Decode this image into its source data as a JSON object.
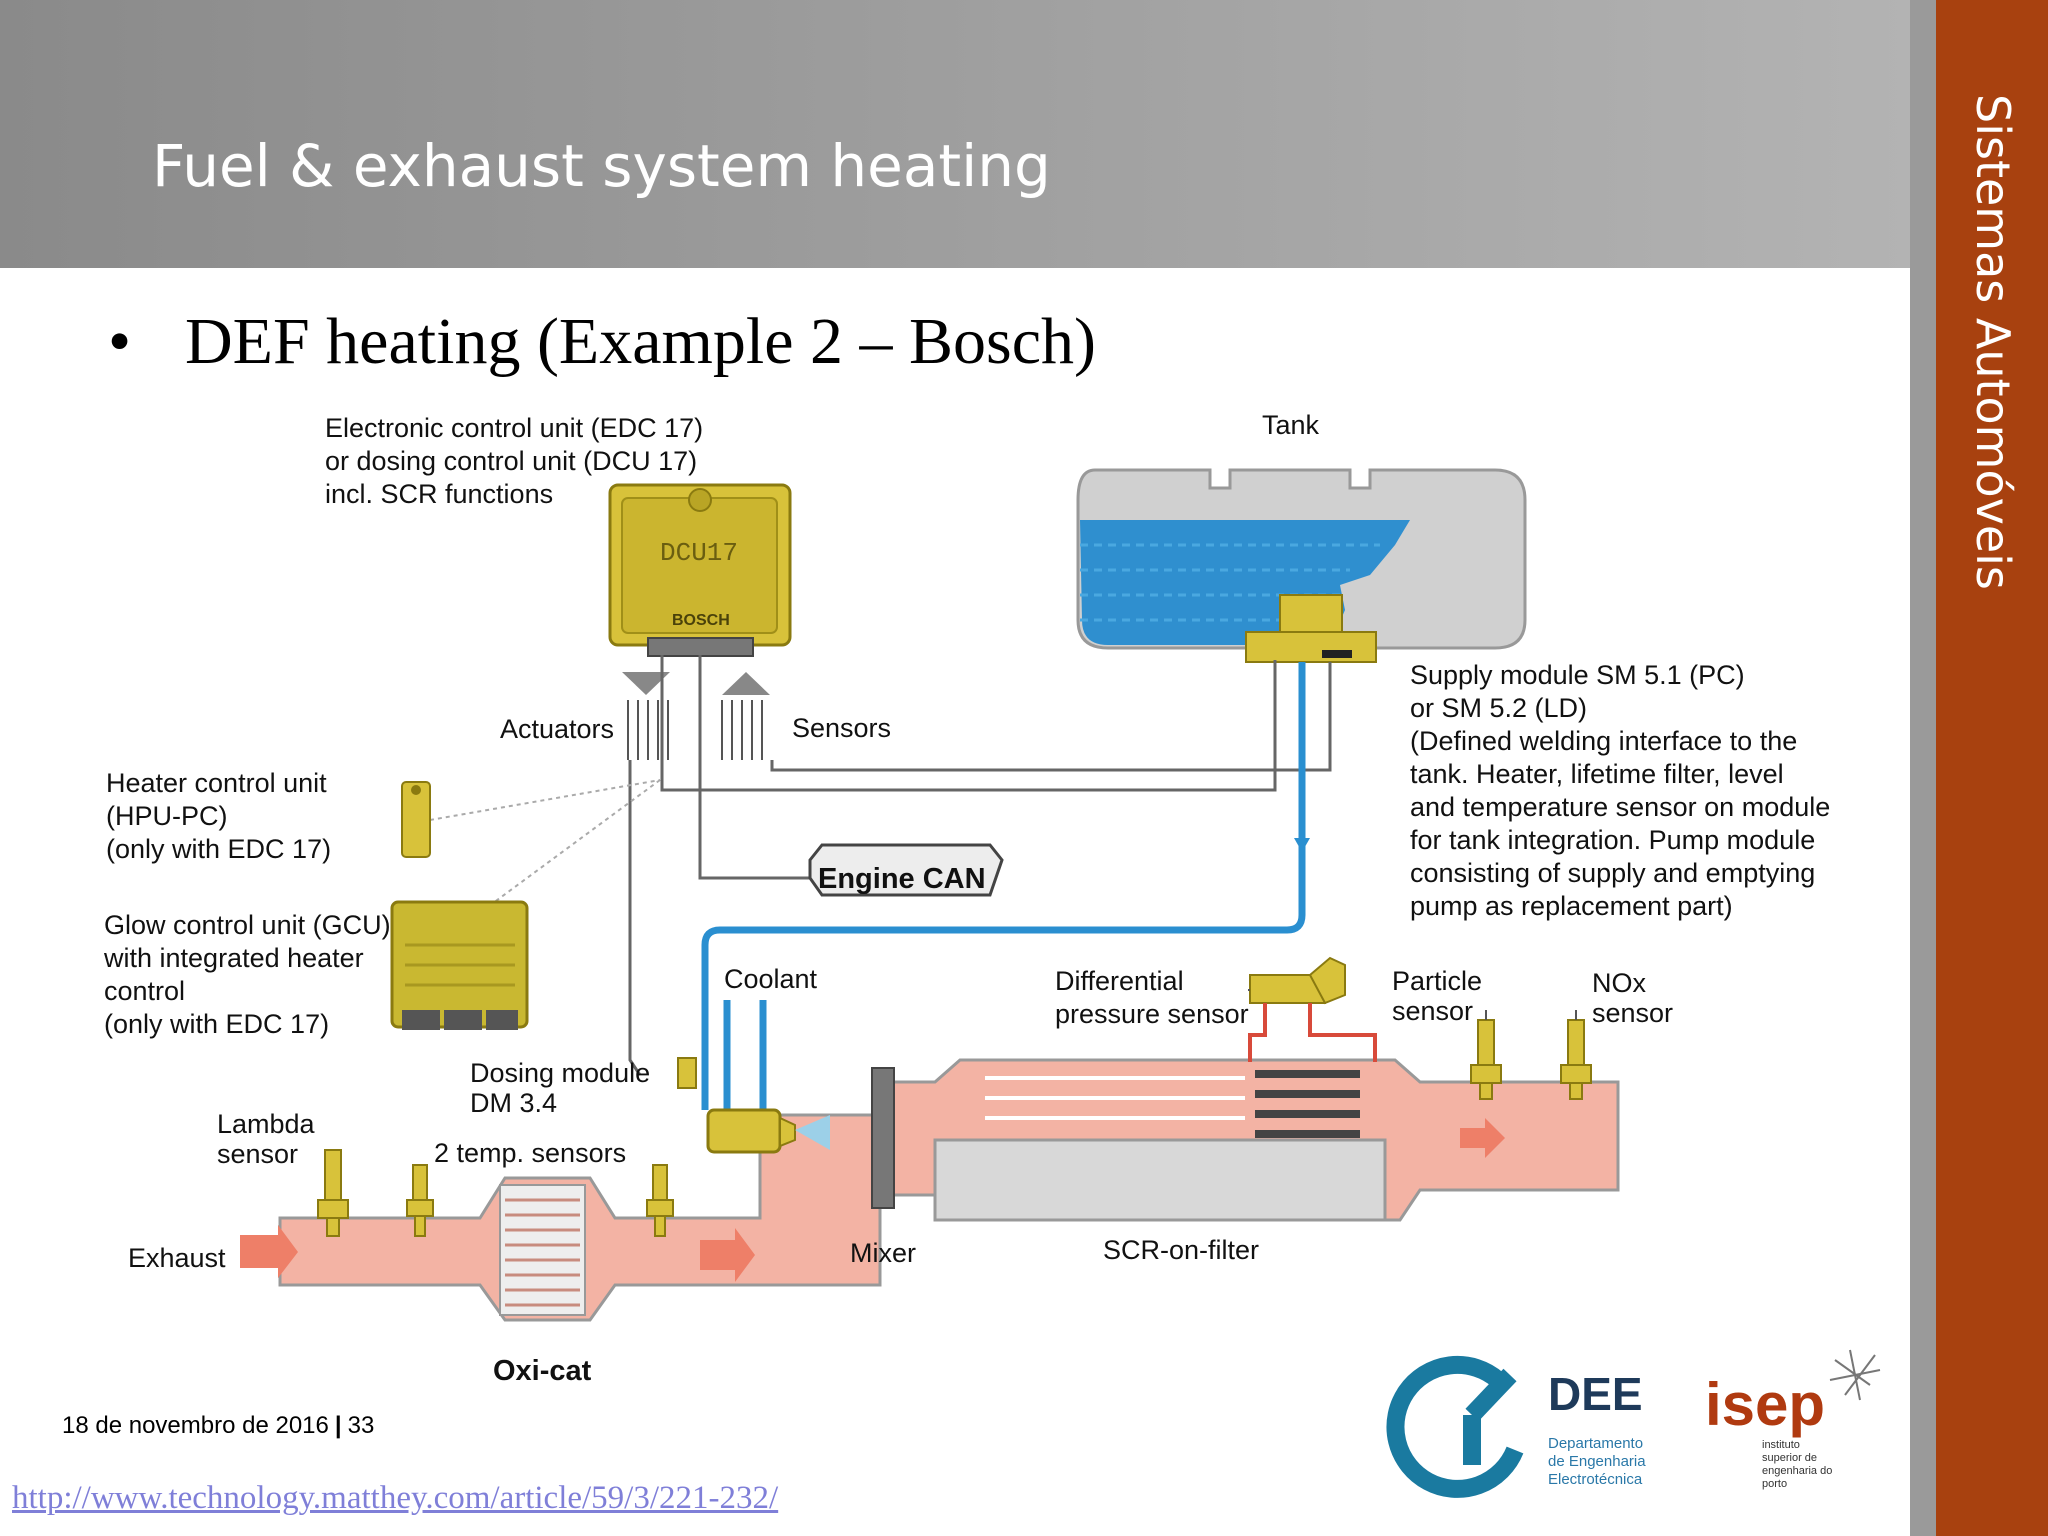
{
  "header": {
    "title": "Fuel & exhaust system heating",
    "side_title": "Sistemas Automóveis"
  },
  "content": {
    "bullet": "•",
    "heading": "DEF heating (Example 2 – Bosch)"
  },
  "diagram": {
    "ecu_label": [
      "Electronic control unit (EDC 17)",
      "or dosing control unit (DCU 17)",
      "incl. SCR functions"
    ],
    "ecu_model": "DCU17",
    "ecu_brand": "BOSCH",
    "tank": "Tank",
    "supply_module": [
      "Supply module SM 5.1 (PC)",
      "or SM 5.2 (LD)",
      "(Defined welding interface to the",
      "tank. Heater, lifetime filter, level",
      "and temperature sensor on module",
      "for tank integration. Pump module",
      "consisting of supply and emptying",
      "pump as replacement part)"
    ],
    "actuators": "Actuators",
    "sensors": "Sensors",
    "heater_control_unit": [
      "Heater control unit",
      "(HPU-PC)",
      "(only with EDC 17)"
    ],
    "engine_can": "Engine CAN",
    "glow_control_unit": [
      "Glow control unit (GCU)",
      "with integrated heater",
      "control",
      "(only with EDC 17)"
    ],
    "coolant": "Coolant",
    "differential_pressure_sensor": [
      "Differential",
      "pressure sensor"
    ],
    "particle_sensor": [
      "Particle",
      "sensor"
    ],
    "nox_sensor": [
      "NOx",
      "sensor"
    ],
    "dosing_module": [
      "Dosing module",
      "DM 3.4"
    ],
    "lambda_sensor": [
      "Lambda",
      "sensor"
    ],
    "temp_sensors": "2 temp. sensors",
    "exhaust": "Exhaust",
    "mixer": "Mixer",
    "scr_on_filter": "SCR-on-filter",
    "oxi_cat": "Oxi-cat"
  },
  "footer": {
    "date": "18 de novembro de 2016",
    "separator": "|",
    "page": "33",
    "source_url": "http://www.technology.matthey.com/article/59/3/221-232/"
  },
  "logos": {
    "dee": {
      "abbr": "DEE",
      "lines": [
        "Departamento",
        "de Engenharia",
        "Electrotécnica"
      ]
    },
    "isep": {
      "abbr": "isep",
      "lines": [
        "instituto",
        "superior de",
        "engenharia do",
        "porto"
      ]
    }
  },
  "colors": {
    "header_gradient_start": "#8a8a8a",
    "header_gradient_end": "#b3b3b3",
    "side_bar": "#a8410f",
    "coolant_line": "#2a8fd0",
    "exhaust_fill": "#f3b3a4",
    "component_yellow": "#d8c23a",
    "link": "#7f7fd8"
  }
}
